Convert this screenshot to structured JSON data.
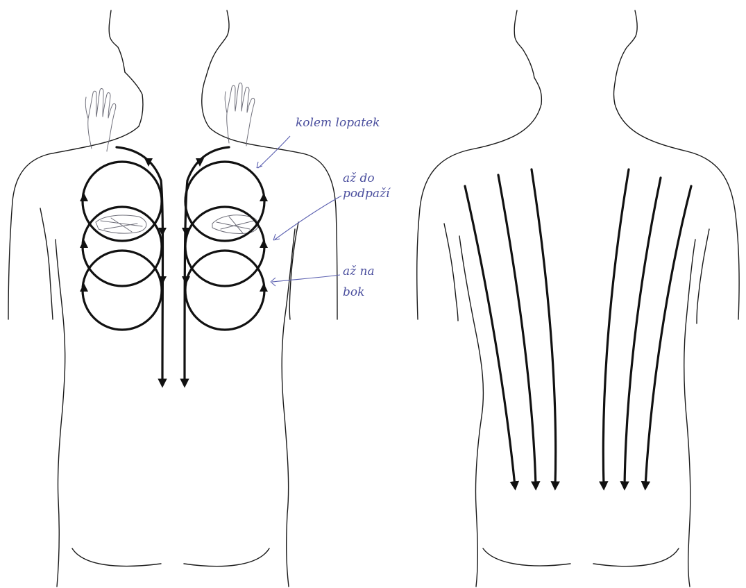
{
  "annotations": {
    "shoulder_blade": "kolem lopatek",
    "to_armpit_line1": "až do",
    "to_armpit_line2": "podpaží",
    "to_side_line1": "až na",
    "to_side_line2": "bok"
  },
  "colors": {
    "outline": "#1a1a1a",
    "arrows": "#111111",
    "handwriting": "#4b4f9e"
  },
  "icons": [
    "hand-icon",
    "arrowhead-icon"
  ]
}
